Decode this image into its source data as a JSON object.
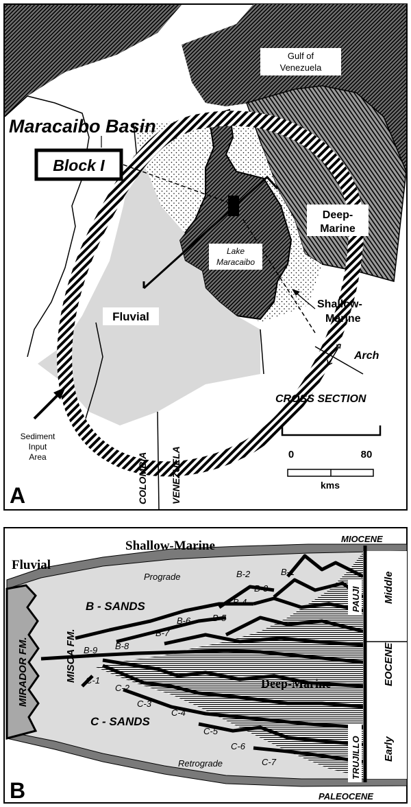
{
  "panel_a": {
    "panel_label": "A",
    "gulf_label_line1": "Gulf of",
    "gulf_label_line2": "Venezuela",
    "basin_title": "Maracaibo Basin",
    "block_label": "Block I",
    "deep_marine_line1": "Deep-",
    "deep_marine_line2": "Marine",
    "lake_line1": "Lake",
    "lake_line2": "Maracaibo",
    "shallow_marine_line1": "Shallow-",
    "shallow_marine_line2": "Marine",
    "fluvial_label": "Fluvial",
    "arch_label": "Arch",
    "cross_section_label": "CROSS SECTION",
    "sediment_line1": "Sediment",
    "sediment_line2": "Input",
    "sediment_line3": "Area",
    "colombia_label": "COLOMBIA",
    "venezuela_label": "VENEZUELA",
    "scale_start": "0",
    "scale_end": "80",
    "scale_unit": "kms",
    "colors": {
      "shallow_marine_fill": "#d9d9d9",
      "deep_marine_fill": "#7a7a7a",
      "land": "#000000"
    }
  },
  "panel_b": {
    "panel_label": "B",
    "shallow_marine_label": "Shallow-Marine",
    "fluvial_label": "Fluvial",
    "miocene_label": "MIOCENE",
    "paleocene_label": "PALEOCENE",
    "eocene_label": "EOCENE",
    "middle_label": "Middle",
    "early_label": "Early",
    "pauji_label": "PAUJI",
    "trujillo_label": "TRUJILLO",
    "mirador_label": "MIRADOR FM.",
    "misoa_label": "MISOA FM.",
    "b_sands_label": "B - SANDS",
    "c_sands_label": "C - SANDS",
    "deep_marine_label": "Deep-Marine",
    "prograde_label": "Prograde",
    "retrograde_label": "Retrograde",
    "sand_units": [
      "B-1",
      "B-2",
      "B-3",
      "B-4",
      "B-5",
      "B-6",
      "B-7",
      "B-8",
      "B-9",
      "C-1",
      "C-2",
      "C-3",
      "C-4",
      "C-5",
      "C-6",
      "C-7"
    ]
  }
}
